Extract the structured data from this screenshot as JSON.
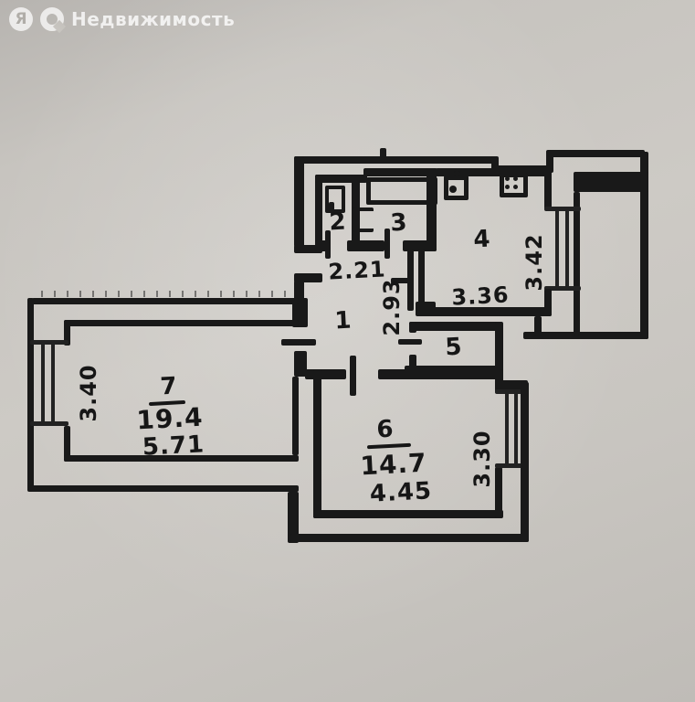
{
  "header": {
    "logo_letter": "Я",
    "brand": "Недвижимость"
  },
  "colors": {
    "paper": "#c9c6c1",
    "ink": "#191919",
    "logo_white": "rgba(255,255,255,0.75)"
  },
  "plan": {
    "type": "apartment-floor-plan",
    "rooms": [
      {
        "number": "1",
        "dim_horizontal": "2.21",
        "dim_vertical": "2.93"
      },
      {
        "number": "2"
      },
      {
        "number": "3"
      },
      {
        "number": "4",
        "dim_horizontal": "3.36",
        "dim_vertical": "3.42"
      },
      {
        "number": "5"
      },
      {
        "number": "6",
        "area": "14.7",
        "dim_horizontal": "4.45",
        "dim_vertical": "3.30"
      },
      {
        "number": "7",
        "area": "19.4",
        "dim_horizontal": "5.71",
        "dim_vertical": "3.40"
      }
    ]
  }
}
